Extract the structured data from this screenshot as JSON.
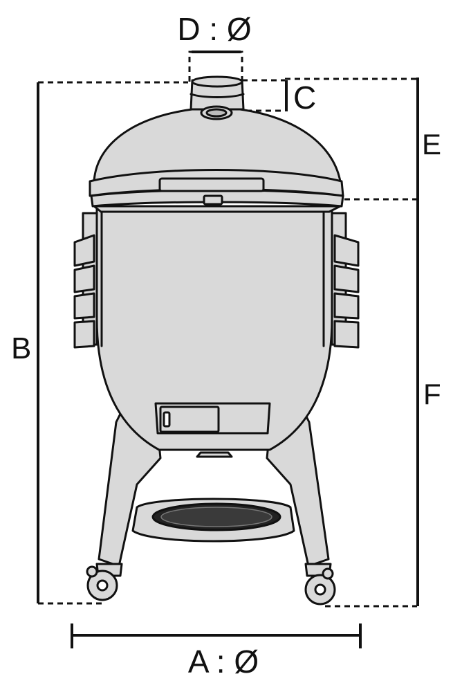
{
  "colors": {
    "body_fill": "#d9d9d9",
    "stroke": "#111111",
    "background": "#ffffff"
  },
  "labels": {
    "a": "A : Ø",
    "b": "B",
    "c": "C",
    "d": "D : Ø",
    "e": "E",
    "f": "F"
  }
}
